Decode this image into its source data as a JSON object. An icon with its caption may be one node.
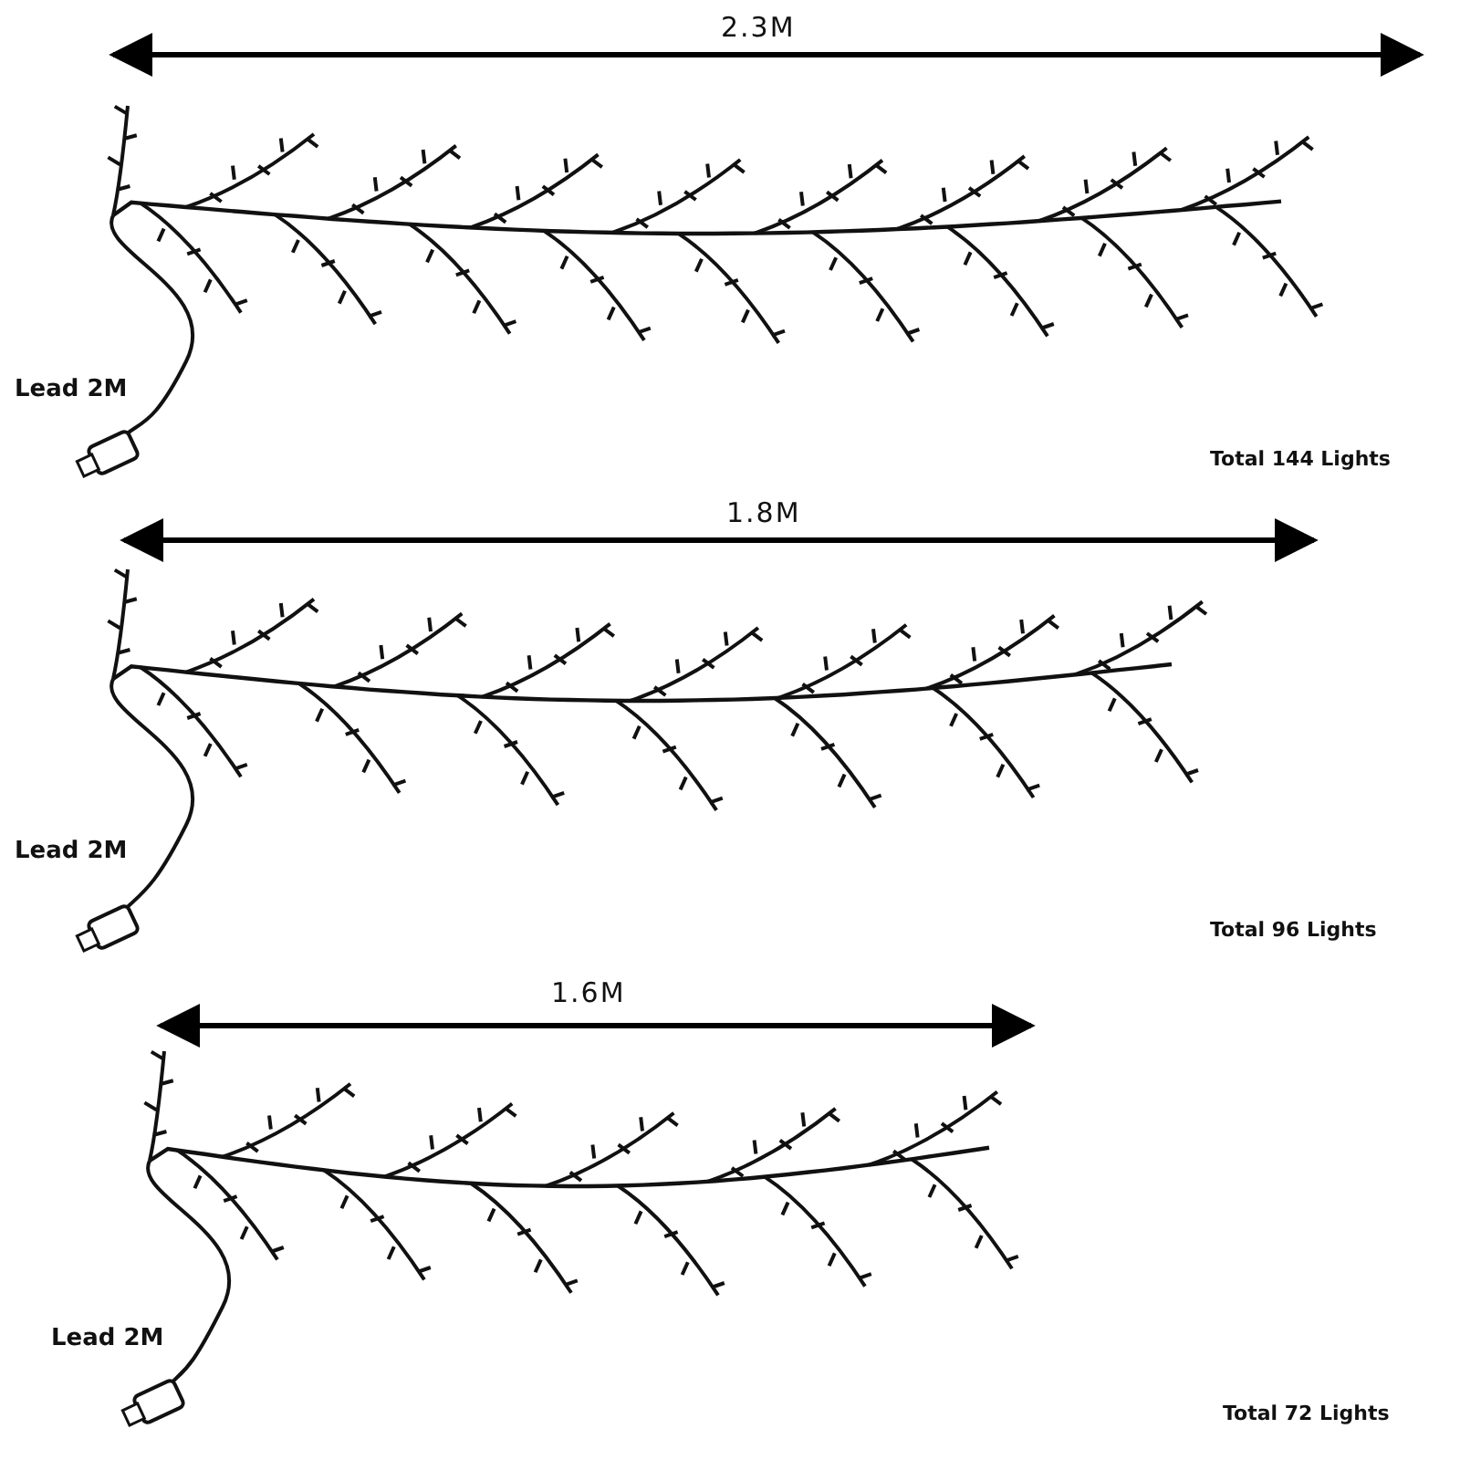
{
  "diagram": {
    "labels": [
      "2.3M",
      "Lead 2M",
      "Total 144 Lights",
      "1.8M",
      "Lead 2M",
      "Total 96 Lights",
      "1.6M",
      "Lead 2M",
      "Total 72 Lights"
    ]
  }
}
